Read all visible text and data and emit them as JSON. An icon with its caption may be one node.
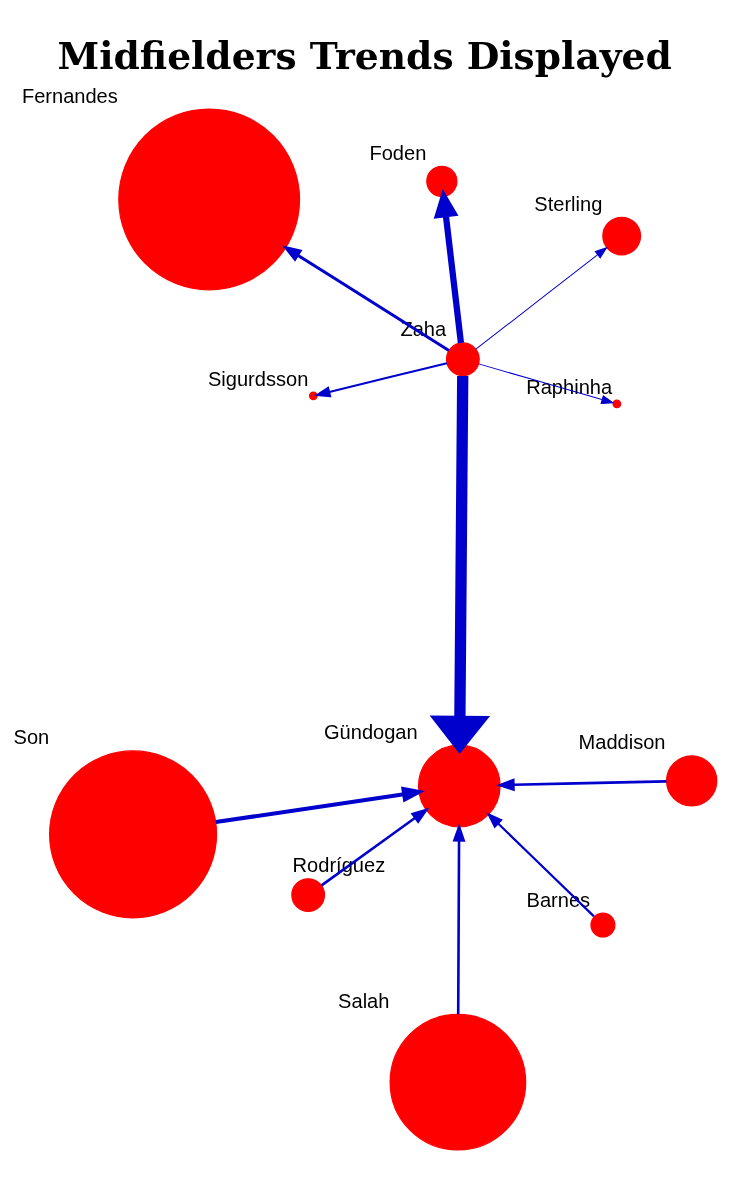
{
  "diagram": {
    "title": "Midfielders Trends Displayed",
    "nodes": [
      {
        "text": [
          "Sigurdsson"
        ]
      },
      {
        "text": [
          "Raphinha"
        ]
      },
      {
        "text": [
          "Zaha"
        ]
      },
      {
        "text": [
          "Foden"
        ]
      },
      {
        "text": [
          "Sterling"
        ]
      },
      {
        "text": [
          "Fernandes"
        ]
      },
      {
        "text": [
          "Rodríguez"
        ]
      },
      {
        "text": [
          "Maddison"
        ]
      },
      {
        "text": [
          "Gündogan"
        ]
      },
      {
        "text": [
          "Salah"
        ]
      },
      {
        "text": [
          "Barnes"
        ]
      },
      {
        "text": [
          "Son"
        ]
      }
    ],
    "edges": [
      {
        "from": 2,
        "to": 0,
        "arrow": "to"
      },
      {
        "from": 2,
        "to": 1,
        "arrow": "to"
      },
      {
        "from": 2,
        "to": 3,
        "arrow": "to",
        "style": "thick"
      },
      {
        "from": 2,
        "to": 5,
        "arrow": "to"
      },
      {
        "from": 2,
        "to": 4,
        "arrow": "to"
      },
      {
        "from": 2,
        "to": 8,
        "arrow": "to",
        "style": "thick"
      },
      {
        "from": 6,
        "to": 8,
        "arrow": "to"
      },
      {
        "from": 7,
        "to": 8,
        "arrow": "to"
      },
      {
        "from": 9,
        "to": 8,
        "arrow": "to"
      },
      {
        "from": 10,
        "to": 8,
        "arrow": "to"
      },
      {
        "from": 11,
        "to": 8,
        "arrow": "to"
      }
    ]
  }
}
